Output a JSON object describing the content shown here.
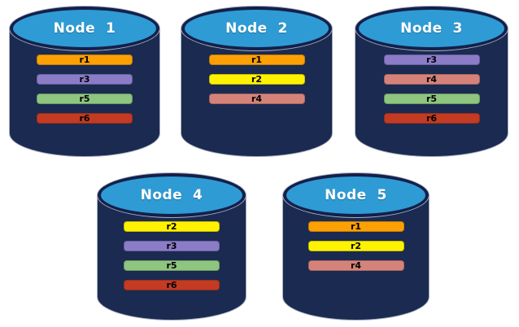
{
  "background": "#FFFFFF",
  "colors": {
    "cylinder_body": "#1B2A50",
    "cylinder_top": "#2E9BD5",
    "cylinder_top_border": "#14204A",
    "outline": "#A8B0C0",
    "title_text": "#FFFFFF",
    "bar_text": "#000000",
    "replicas": {
      "r1": "#FCA004",
      "r2": "#FEF200",
      "r3": "#8B7CC8",
      "r4": "#D5837A",
      "r5": "#8EC57F",
      "r6": "#C23B22"
    }
  },
  "nodes": [
    {
      "label": "Node  1",
      "replicas": [
        "r1",
        "r3",
        "r5",
        "r6"
      ]
    },
    {
      "label": "Node  2",
      "replicas": [
        "r1",
        "r2",
        "r4"
      ]
    },
    {
      "label": "Node  3",
      "replicas": [
        "r3",
        "r4",
        "r5",
        "r6"
      ]
    },
    {
      "label": "Node  4",
      "replicas": [
        "r2",
        "r3",
        "r5",
        "r6"
      ]
    },
    {
      "label": "Node  5",
      "replicas": [
        "r1",
        "r2",
        "r4"
      ]
    }
  ]
}
